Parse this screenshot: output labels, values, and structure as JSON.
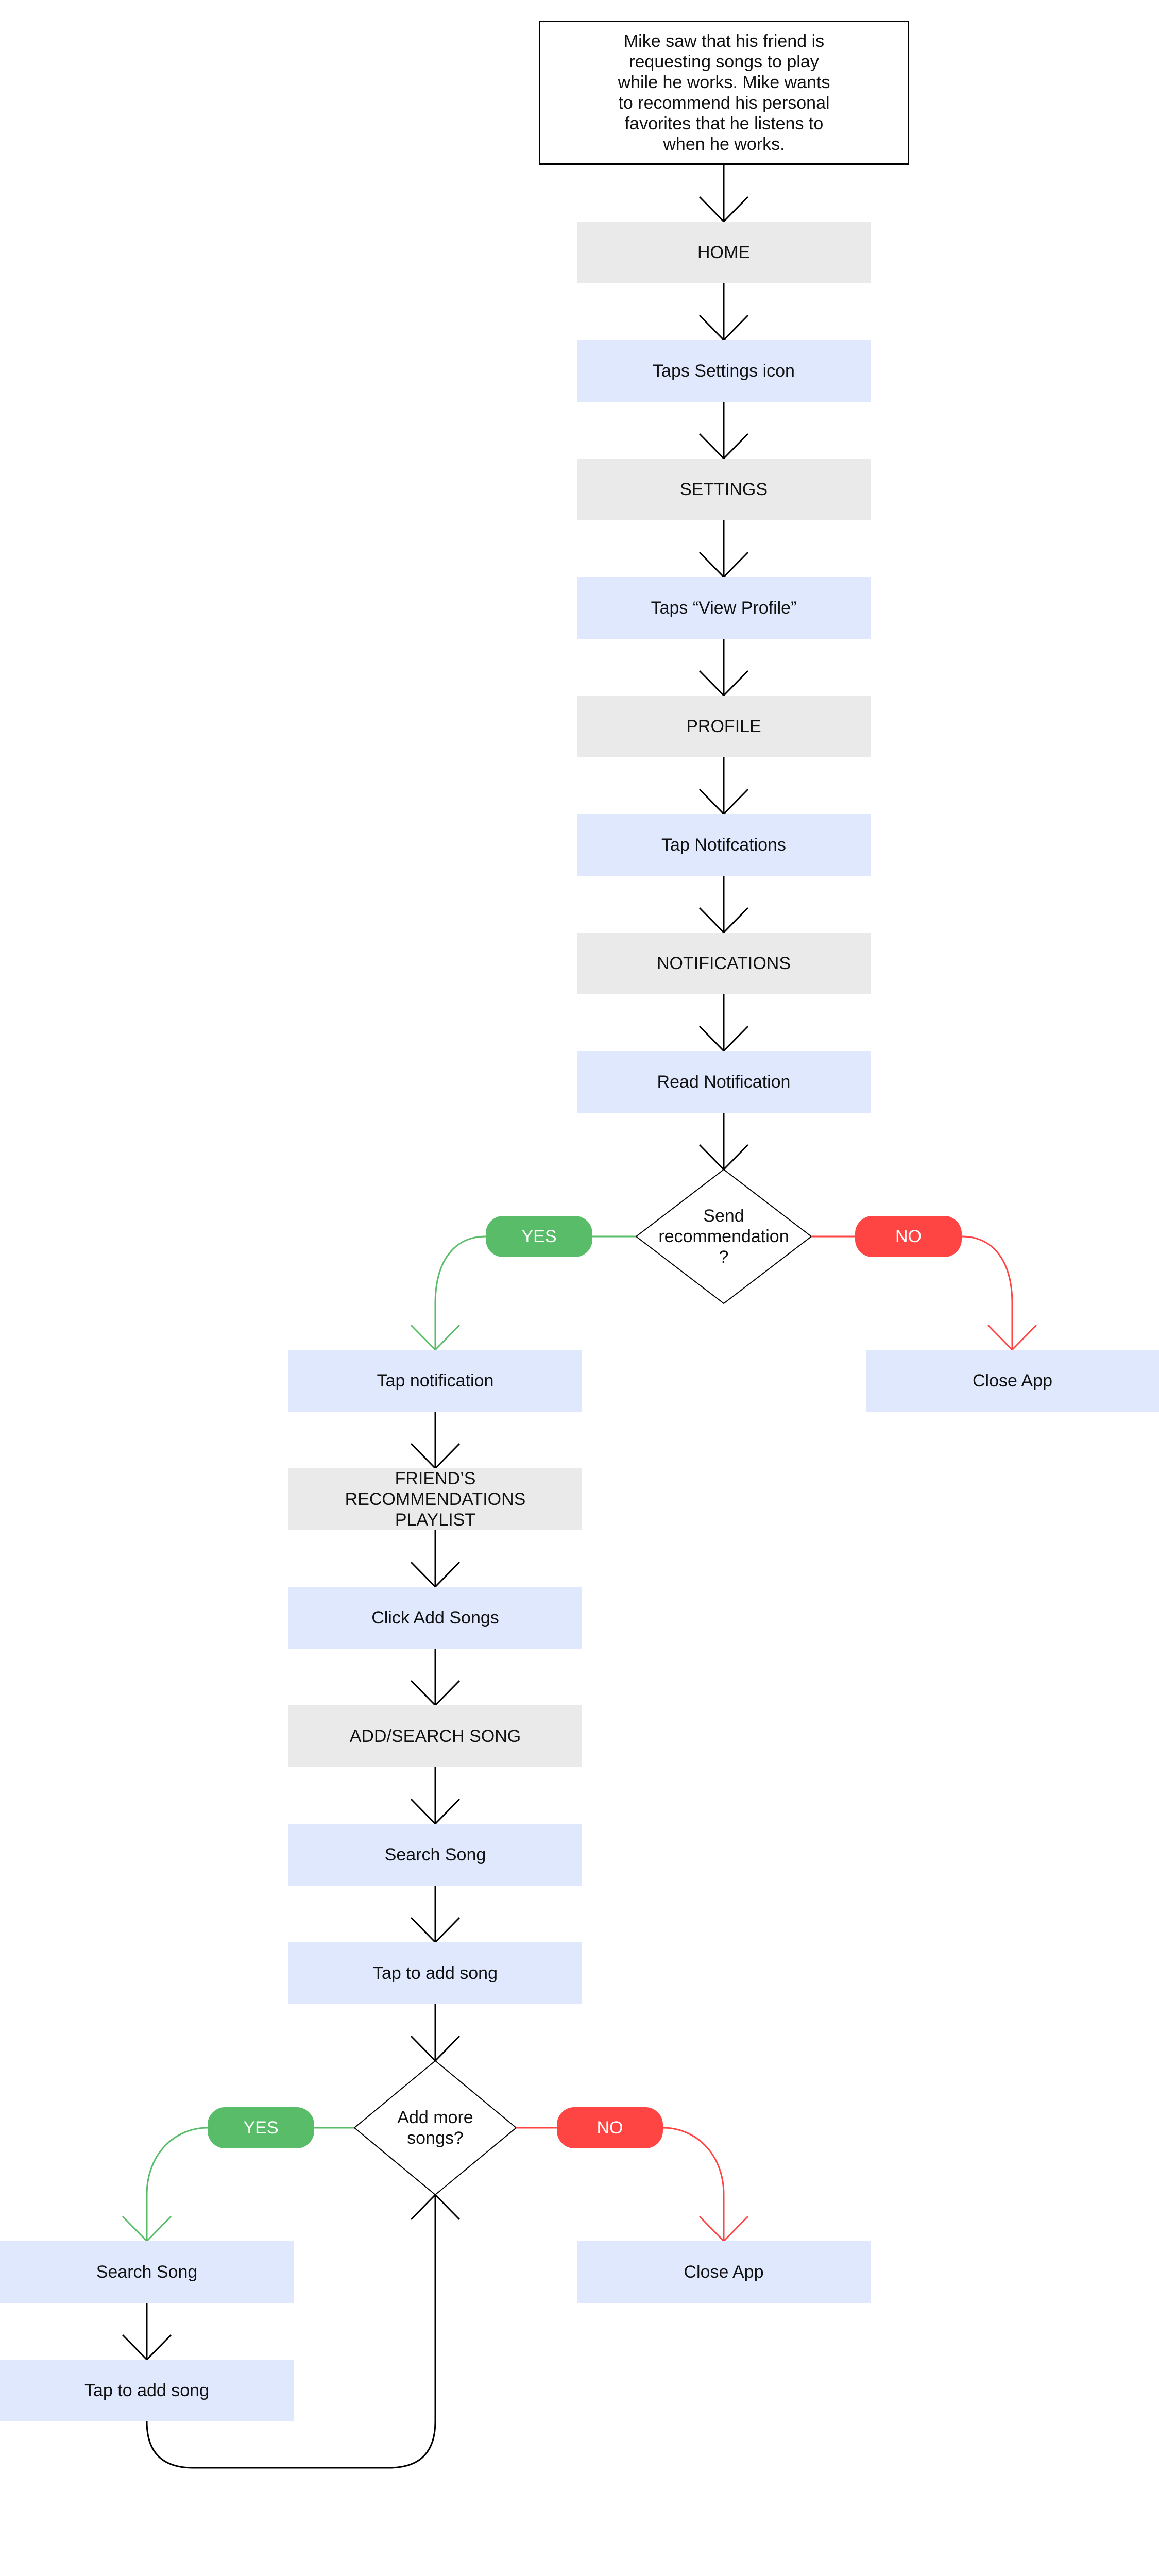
{
  "intro": "Mike saw that his friend is requesting songs to play while he works. Mike wants to recommend his personal favorites that he listens to when he works.",
  "main_flow": [
    "HOME",
    "Taps Settings icon",
    "SETTINGS",
    "Taps “View Profile”",
    "PROFILE",
    "Tap Notifcations",
    "NOTIFICATIONS",
    "Read Notification"
  ],
  "decision1": {
    "question": "Send recommendation ?",
    "yes": "YES",
    "no": "NO",
    "no_target": "Close App"
  },
  "branch_flow": [
    "Tap notification",
    "FRIEND’S RECOMMENDATIONS PLAYLIST",
    "Click Add Songs",
    "ADD/SEARCH SONG",
    "Search Song",
    "Tap to add song"
  ],
  "decision2": {
    "question": "Add more songs?",
    "yes": "YES",
    "no": "NO",
    "no_target": "Close App"
  },
  "loop_flow": [
    "Search Song",
    "Tap to add song"
  ],
  "colors": {
    "screen": "#EAEAEA",
    "action": "#E0E8FD",
    "yes": "#58BC68",
    "no": "#FF4444"
  }
}
